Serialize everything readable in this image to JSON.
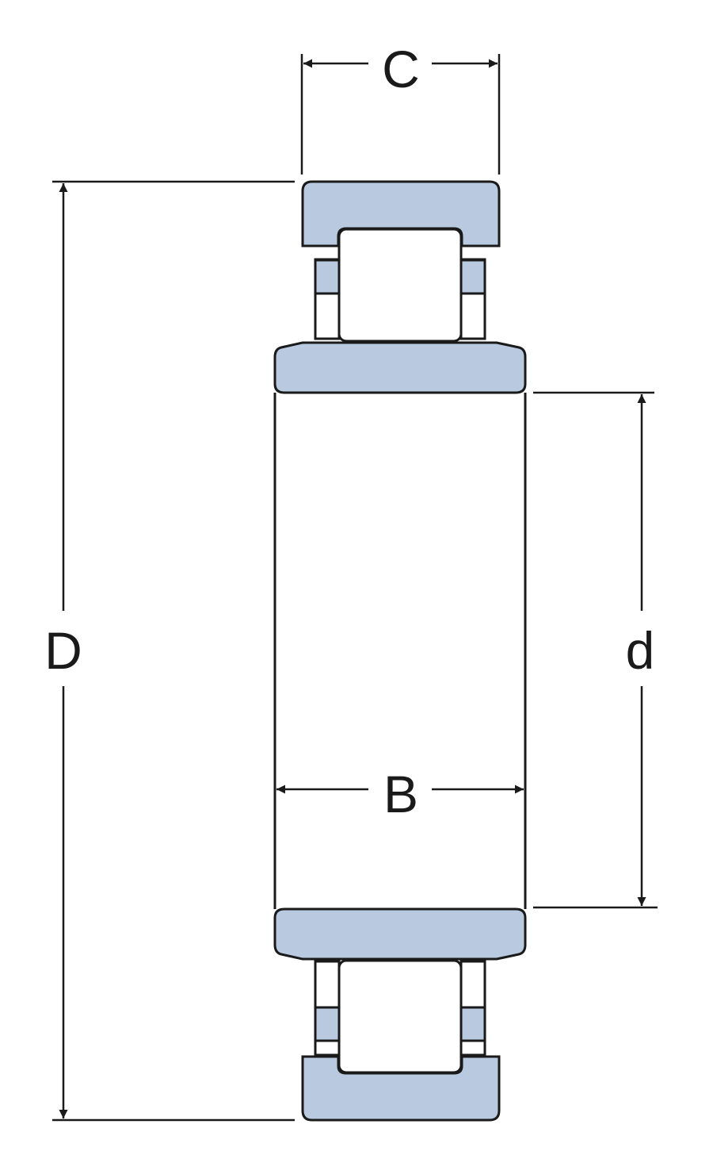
{
  "colors": {
    "ring_fill": "#b8c9e0",
    "line": "#1a1a1a",
    "background": "#ffffff"
  },
  "labels": {
    "outer_diameter": "D",
    "bore_diameter": "d",
    "inner_ring_width": "B",
    "outer_ring_width": "C"
  }
}
